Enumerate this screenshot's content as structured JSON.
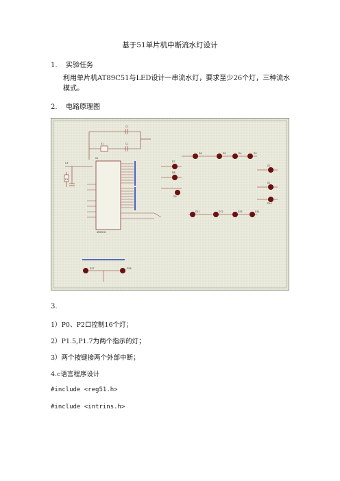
{
  "doc": {
    "title": "基于51单片机中断流水灯设计",
    "section1": {
      "num": "1.",
      "heading": "实验任务",
      "text": "利用单片机AT89C51与LED设计一串流水灯，要求至少26个灯，三种流水模式。"
    },
    "section2": {
      "num": "2.",
      "heading": "电路原理图"
    },
    "figure": {
      "labels": {
        "u1": "U1",
        "c2": "C2",
        "c1": "C1",
        "x1": "X1",
        "r1": "R1",
        "c3": "C3",
        "at89c51": "AT89C51",
        "leds_top": [
          "D6",
          "D5",
          "D4",
          "D3"
        ],
        "leds_mid": [
          "D7",
          "D8",
          "D9"
        ],
        "led_r1": "D2",
        "led_r2": "D1",
        "led_r3": "D10",
        "leds_bot": [
          "D11",
          "D12",
          "D13",
          "D14"
        ],
        "leds_low": [
          "D27",
          "D26"
        ]
      }
    },
    "section3": {
      "num": "3."
    },
    "items": [
      "1）P0、P2口控制16个灯；",
      "2）P1.5,P1.7为两个指示的灯；",
      "3）两个按键接两个外部中断；"
    ],
    "section4": "4.c语言程序设计",
    "code": [
      "#include <reg51.h>",
      "#include <intrins.h>"
    ]
  }
}
